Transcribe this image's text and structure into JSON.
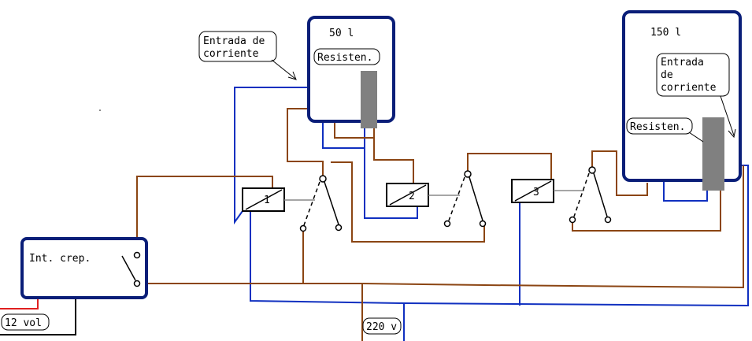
{
  "colors": {
    "brown": "#8B4513",
    "blue": "#1030C0",
    "navy": "#0A1E78",
    "red": "#E02020",
    "gray": "#888888",
    "black": "#000000"
  },
  "tanks": {
    "small": {
      "label": "50 l",
      "resistor_label": "Resisten."
    },
    "large": {
      "label": "150 l",
      "resistor_label": "Resisten.",
      "inlet_label": [
        "Entrada",
        "de",
        "corriente"
      ]
    }
  },
  "callouts": {
    "inlet_left": [
      "Entrada de",
      "corriente"
    ]
  },
  "relays": [
    {
      "label": "1"
    },
    {
      "label": "2"
    },
    {
      "label": "3"
    }
  ],
  "twilight_switch": {
    "label": "Int. crep."
  },
  "supply_12v": {
    "label": "12 vol"
  },
  "supply_220v": {
    "label": "220 v"
  }
}
